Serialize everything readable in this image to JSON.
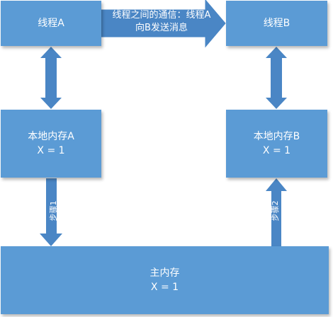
{
  "thread_a": {
    "label": "线程A"
  },
  "thread_b": {
    "label": "线程B"
  },
  "message": {
    "line1": "线程之间的通信：线程A",
    "line2": "向B发送消息"
  },
  "local_mem_a": {
    "label": "本地内存A",
    "value": "X = 1"
  },
  "local_mem_b": {
    "label": "本地内存B",
    "value": "X = 1"
  },
  "main_mem": {
    "label": "主内存",
    "value": "X = 1"
  },
  "steps": {
    "step1": "步骤1",
    "step2": "步骤2"
  },
  "colors": {
    "box": "#5b9bd5",
    "arrow": "#4a86c5",
    "text": "#ffffff"
  }
}
